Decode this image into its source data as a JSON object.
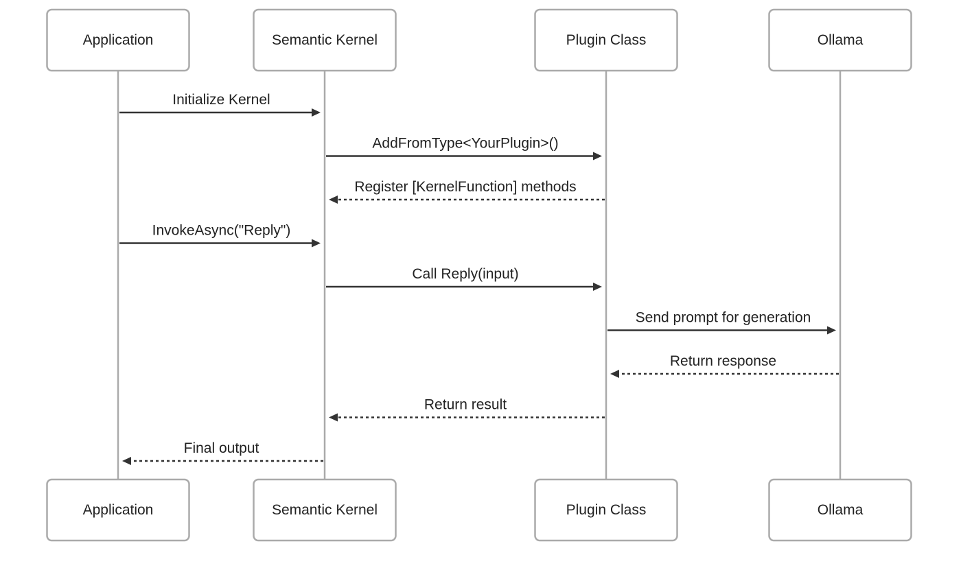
{
  "participants": [
    {
      "id": "app",
      "label": "Application"
    },
    {
      "id": "sk",
      "label": "Semantic Kernel"
    },
    {
      "id": "plugin",
      "label": "Plugin Class"
    },
    {
      "id": "ollama",
      "label": "Ollama"
    }
  ],
  "messages": [
    {
      "from": "app",
      "to": "sk",
      "label": "Initialize Kernel",
      "style": "solid"
    },
    {
      "from": "sk",
      "to": "plugin",
      "label": "AddFromType<YourPlugin>()",
      "style": "solid"
    },
    {
      "from": "plugin",
      "to": "sk",
      "label": "Register [KernelFunction] methods",
      "style": "dashed"
    },
    {
      "from": "app",
      "to": "sk",
      "label": "InvokeAsync(\"Reply\")",
      "style": "solid"
    },
    {
      "from": "sk",
      "to": "plugin",
      "label": "Call Reply(input)",
      "style": "solid"
    },
    {
      "from": "plugin",
      "to": "ollama",
      "label": "Send prompt for generation",
      "style": "solid"
    },
    {
      "from": "ollama",
      "to": "plugin",
      "label": "Return response",
      "style": "dashed"
    },
    {
      "from": "plugin",
      "to": "sk",
      "label": "Return result",
      "style": "dashed"
    },
    {
      "from": "sk",
      "to": "app",
      "label": "Final output",
      "style": "dashed"
    }
  ]
}
